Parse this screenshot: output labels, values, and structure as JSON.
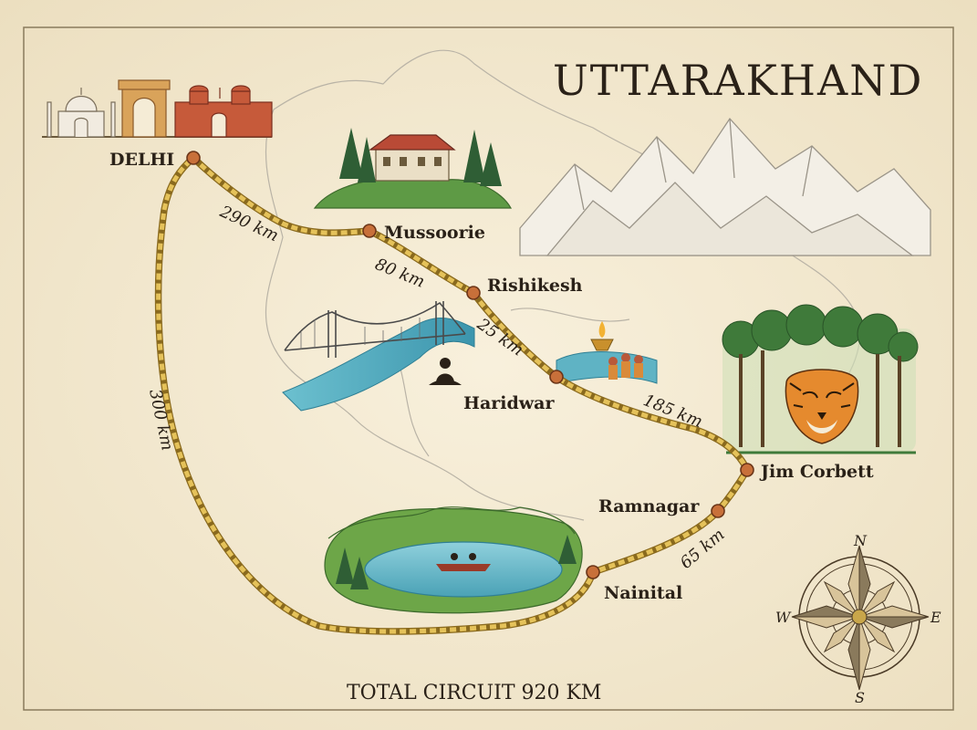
{
  "title": "UTTARAKHAND",
  "footer": "TOTAL CIRCUIT 920 KM",
  "places": {
    "delhi": "DELHI",
    "mussoorie": "Mussoorie",
    "rishikesh": "Rishikesh",
    "haridwar": "Haridwar",
    "jim_corbett": "Jim Corbett",
    "ramnagar": "Ramnagar",
    "nainital": "Nainital"
  },
  "distances": {
    "delhi_mussoorie": "290 km",
    "mussoorie_rishikesh": "80 km",
    "rishikesh_haridwar": "25 km",
    "haridwar_corbett": "185 km",
    "ramnagar_nainital": "65 km",
    "nainital_delhi": "300 km"
  },
  "compass": {
    "n": "N",
    "s": "S",
    "e": "E",
    "w": "W"
  },
  "icons": [
    "delhi-monuments-icon",
    "mussoorie-hill-house-icon",
    "mountain-range-icon",
    "suspension-bridge-river-icon",
    "meditating-figure-icon",
    "ganga-aarti-lamp-icon",
    "tiger-forest-icon",
    "lake-boat-icon",
    "compass-rose-icon"
  ],
  "colors": {
    "parchment": "#f5ecd6",
    "route": "#c9a64a",
    "marker": "#c8703a",
    "ink": "#2a2118",
    "water": "#5fb3c4",
    "forest": "#3f7a3a"
  }
}
